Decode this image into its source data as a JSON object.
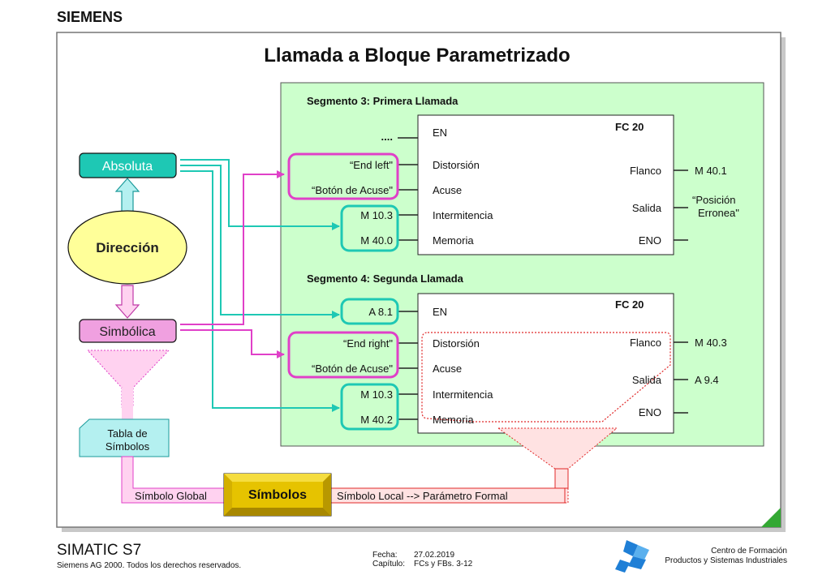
{
  "header": {
    "brand": "SIEMENS"
  },
  "slide": {
    "title": "Llamada a Bloque Parametrizado"
  },
  "left": {
    "absoluta": "Absoluta",
    "direccion": "Dirección",
    "simbolica": "Simbólica",
    "tabla_line1": "Tabla de",
    "tabla_line2": "Símbolos"
  },
  "seg3": {
    "title": "Segmento 3: Primera Llamada",
    "fc": "FC 20",
    "inputs": [
      "....",
      "“End left\"",
      "“Botón de Acuse\"",
      "M 10.3",
      "M 40.0"
    ],
    "pins_in": [
      "EN",
      "Distorsión",
      "Acuse",
      "Intermitencia",
      "Memoria"
    ],
    "pins_out": [
      "Flanco",
      "Salida",
      "ENO"
    ],
    "outputs": [
      "M 40.1",
      "“Posición",
      "Erronea\""
    ]
  },
  "seg4": {
    "title": "Segmento 4: Segunda Llamada",
    "fc": "FC 20",
    "inputs": [
      "A 8.1",
      "“End right\"",
      "“Botón de Acuse\"",
      "M 10.3",
      "M 40.2"
    ],
    "pins_in": [
      "EN",
      "Distorsión",
      "Acuse",
      "Intermitencia",
      "Memoria"
    ],
    "pins_out": [
      "Flanco",
      "Salida",
      "ENO"
    ],
    "outputs": [
      "M 40.3",
      "A 9.4"
    ]
  },
  "bottom": {
    "global": "Símbolo Global",
    "simbolos": "Símbolos",
    "local": "Símbolo Local --> Parámetro Formal"
  },
  "footer": {
    "product": "SIMATIC S7",
    "copyright": "Siemens AG 2000. Todos los derechos reservados.",
    "fecha_label": "Fecha:",
    "fecha": "27.02.2019",
    "capitulo_label": "Capítulo:",
    "capitulo": "FCs y FBs. 3-12",
    "center_line1": "Centro de Formación",
    "center_line2": "Productos y Sistemas Industriales"
  },
  "colors": {
    "green_panel": "#ccffcc",
    "cyan": "#1ec8b4",
    "magenta": "#e040c8",
    "pink_box": "#ffd2f0",
    "yellow_ellipse": "#ffff99",
    "gold": "#e6c300",
    "red": "#e02828",
    "aqua_fill": "#b4f0f0"
  }
}
